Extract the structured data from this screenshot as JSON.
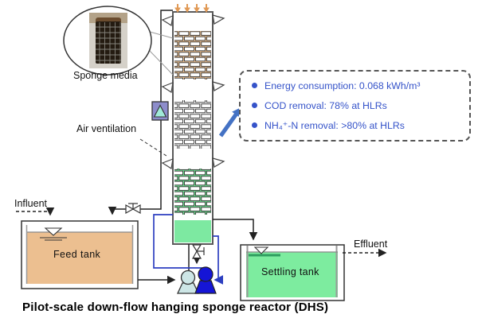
{
  "figure": {
    "caption": "Pilot-scale down-flow hanging sponge reactor (DHS)"
  },
  "labels": {
    "sponge_media": "Sponge media",
    "air_ventilation": "Air ventilation",
    "influent": "Influent",
    "effluent": "Effluent",
    "feed_tank": "Feed tank",
    "settling_tank": "Settling tank"
  },
  "infobox": {
    "items": [
      "Energy consumption: 0.068 kWh/m³",
      "COD removal: 78% at HLRs",
      "NH₄⁺-N removal: >80% at HLRs"
    ]
  },
  "icons": {
    "water_level": "water-level-triangle",
    "valve": "bowtie-valve",
    "pump": "circle-pump",
    "blower": "box-with-triangle",
    "callout": "ellipse-photo-callout"
  },
  "colors": {
    "info_text": "#3553c9",
    "pipe_blue": "#2d3fc0",
    "arrow_blue": "#4472c4",
    "feed_tank_fill": "#ecbf90",
    "settling_tank_fill": "#7dec9f",
    "column_pool_fill": "#7de9a1",
    "brick_orange_bg": "#eec394",
    "brick_green_bg": "#6fe193",
    "brick_white_bg": "#fdfdfd",
    "pump_blue": "#1515d6",
    "pump_light": "#cde6e6",
    "top_arrow_orange": "#e19a56",
    "device_box_fill": "#8d8dcb",
    "device_triangle_fill": "#a0ead8"
  }
}
